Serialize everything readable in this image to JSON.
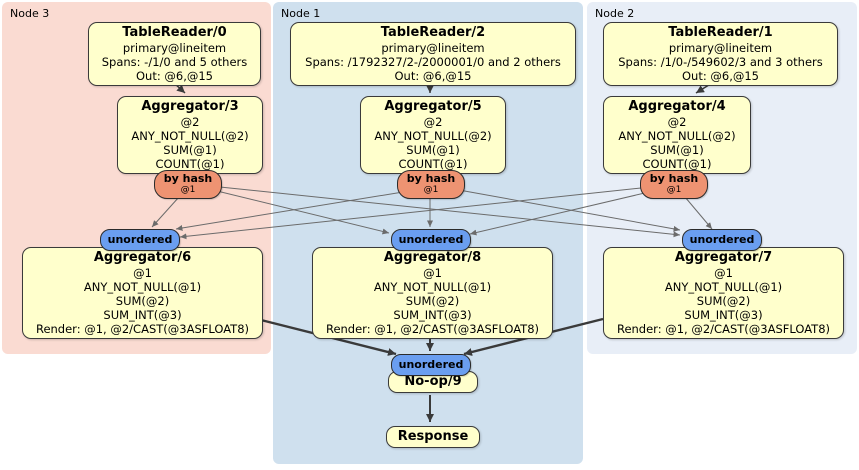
{
  "regions": [
    {
      "label": "Node 3"
    },
    {
      "label": "Node 1"
    },
    {
      "label": "Node 2"
    }
  ],
  "processors": {
    "tablereader0": {
      "title": "TableReader/0",
      "lines": [
        "primary@lineitem",
        "Spans: -/1/0 and 5 others",
        "Out: @6,@15"
      ]
    },
    "tablereader2": {
      "title": "TableReader/2",
      "lines": [
        "primary@lineitem",
        "Spans: /1792327/2-/2000001/0 and 2 others",
        "Out: @6,@15"
      ]
    },
    "tablereader1": {
      "title": "TableReader/1",
      "lines": [
        "primary@lineitem",
        "Spans: /1/0-/549602/3 and 3 others",
        "Out: @6,@15"
      ]
    },
    "aggregator3": {
      "title": "Aggregator/3",
      "lines": [
        "@2",
        "ANY_NOT_NULL(@2)",
        "SUM(@1)",
        "COUNT(@1)"
      ]
    },
    "aggregator5": {
      "title": "Aggregator/5",
      "lines": [
        "@2",
        "ANY_NOT_NULL(@2)",
        "SUM(@1)",
        "COUNT(@1)"
      ]
    },
    "aggregator4": {
      "title": "Aggregator/4",
      "lines": [
        "@2",
        "ANY_NOT_NULL(@2)",
        "SUM(@1)",
        "COUNT(@1)"
      ]
    },
    "aggregator6": {
      "title": "Aggregator/6",
      "lines": [
        "@1",
        "ANY_NOT_NULL(@1)",
        "SUM(@2)",
        "SUM_INT(@3)",
        "Render: @1, @2/CAST(@3ASFLOAT8)"
      ]
    },
    "aggregator8": {
      "title": "Aggregator/8",
      "lines": [
        "@1",
        "ANY_NOT_NULL(@1)",
        "SUM(@2)",
        "SUM_INT(@3)",
        "Render: @1, @2/CAST(@3ASFLOAT8)"
      ]
    },
    "aggregator7": {
      "title": "Aggregator/7",
      "lines": [
        "@1",
        "ANY_NOT_NULL(@1)",
        "SUM(@2)",
        "SUM_INT(@3)",
        "Render: @1, @2/CAST(@3ASFLOAT8)"
      ]
    },
    "noop9": {
      "title": "No-op/9"
    },
    "response": {
      "title": "Response"
    }
  },
  "routers": {
    "by_hash": {
      "label": "by hash",
      "stream": "@1"
    },
    "unordered": {
      "label": "unordered"
    }
  },
  "colors": {
    "node3_bg": "#fadbd2",
    "node1_bg": "#cfe0ee",
    "node2_bg": "#e8eef7",
    "box_fill": "#ffffcc",
    "box_border": "#3a3a3a",
    "hash_fill": "#ee9372",
    "unordered_fill": "#6a9ef0",
    "edge_thin": "#6b6b6b",
    "edge_thick": "#3a3a3a"
  }
}
